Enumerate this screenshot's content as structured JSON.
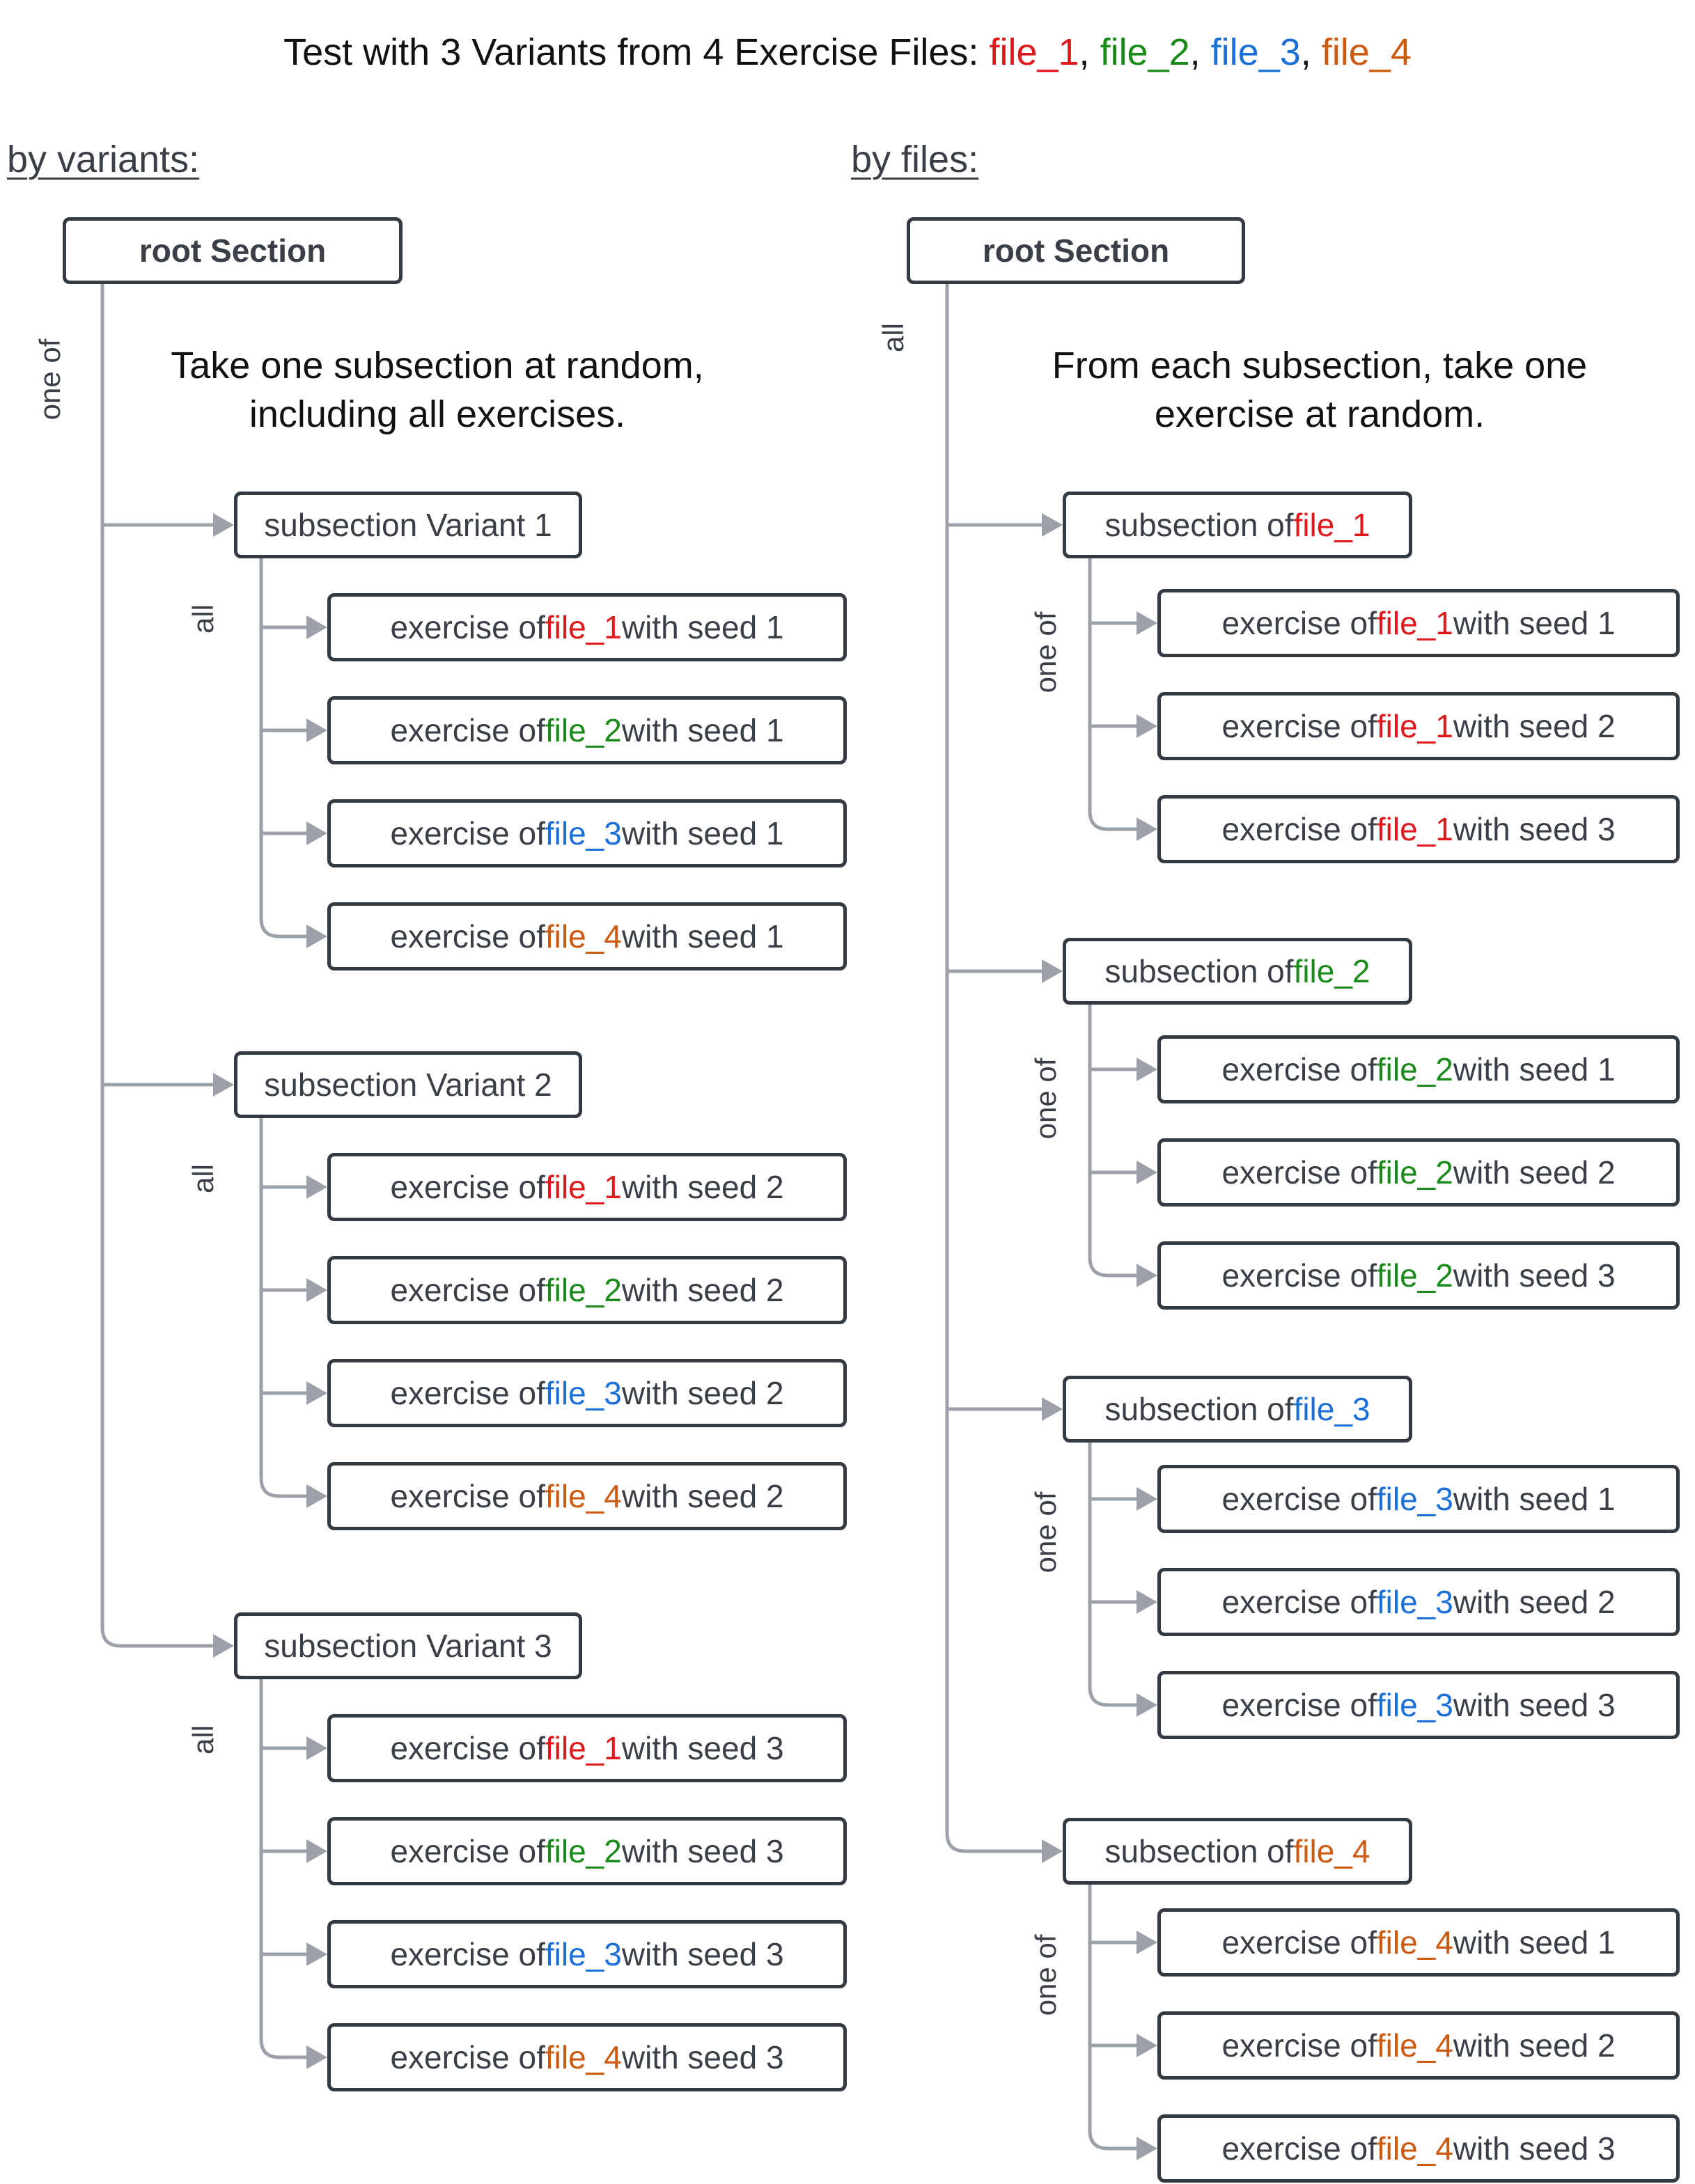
{
  "title": {
    "prefix": "Test with 3 Variants from 4 Exercise Files: ",
    "files": [
      "file_1",
      "file_2",
      "file_3",
      "file_4"
    ],
    "sep": ", "
  },
  "colors": {
    "file_1": "#e0171b",
    "file_2": "#1a8a1a",
    "file_3": "#1b6fd8",
    "file_4": "#cc5a10",
    "connector": "#9ca1a9"
  },
  "left": {
    "heading": "by variants:",
    "root_label": "root Section",
    "root_relation": "one of",
    "description_lines": [
      "Take one subsection at random,",
      "including all exercises."
    ],
    "subsections": [
      {
        "label": "subsection Variant 1",
        "relation": "all",
        "exercises": [
          {
            "pre": "exercise of ",
            "file": "file_1",
            "post": " with seed 1"
          },
          {
            "pre": "exercise of ",
            "file": "file_2",
            "post": " with seed 1"
          },
          {
            "pre": "exercise of ",
            "file": "file_3",
            "post": " with seed 1"
          },
          {
            "pre": "exercise of ",
            "file": "file_4",
            "post": " with seed 1"
          }
        ]
      },
      {
        "label": "subsection Variant 2",
        "relation": "all",
        "exercises": [
          {
            "pre": "exercise of ",
            "file": "file_1",
            "post": " with seed 2"
          },
          {
            "pre": "exercise of ",
            "file": "file_2",
            "post": " with seed 2"
          },
          {
            "pre": "exercise of ",
            "file": "file_3",
            "post": " with seed 2"
          },
          {
            "pre": "exercise of ",
            "file": "file_4",
            "post": " with seed 2"
          }
        ]
      },
      {
        "label": "subsection Variant 3",
        "relation": "all",
        "exercises": [
          {
            "pre": "exercise of ",
            "file": "file_1",
            "post": " with seed 3"
          },
          {
            "pre": "exercise of ",
            "file": "file_2",
            "post": " with seed 3"
          },
          {
            "pre": "exercise of ",
            "file": "file_3",
            "post": " with seed 3"
          },
          {
            "pre": "exercise of ",
            "file": "file_4",
            "post": " with seed 3"
          }
        ]
      }
    ]
  },
  "right": {
    "heading": "by files:",
    "root_label": "root Section",
    "root_relation": "all",
    "description_lines": [
      "From each subsection, take one",
      "exercise at random."
    ],
    "subsections": [
      {
        "label_pre": "subsection of ",
        "file": "file_1",
        "relation": "one of",
        "exercises": [
          {
            "pre": "exercise of ",
            "file": "file_1",
            "post": " with seed 1"
          },
          {
            "pre": "exercise of ",
            "file": "file_1",
            "post": " with seed 2"
          },
          {
            "pre": "exercise of ",
            "file": "file_1",
            "post": " with seed 3"
          }
        ]
      },
      {
        "label_pre": "subsection of ",
        "file": "file_2",
        "relation": "one of",
        "exercises": [
          {
            "pre": "exercise of ",
            "file": "file_2",
            "post": " with seed 1"
          },
          {
            "pre": "exercise of ",
            "file": "file_2",
            "post": " with seed 2"
          },
          {
            "pre": "exercise of ",
            "file": "file_2",
            "post": " with seed 3"
          }
        ]
      },
      {
        "label_pre": "subsection of ",
        "file": "file_3",
        "relation": "one of",
        "exercises": [
          {
            "pre": "exercise of ",
            "file": "file_3",
            "post": " with seed 1"
          },
          {
            "pre": "exercise of ",
            "file": "file_3",
            "post": " with seed 2"
          },
          {
            "pre": "exercise of ",
            "file": "file_3",
            "post": " with seed 3"
          }
        ]
      },
      {
        "label_pre": "subsection of ",
        "file": "file_4",
        "relation": "one of",
        "exercises": [
          {
            "pre": "exercise of ",
            "file": "file_4",
            "post": " with seed 1"
          },
          {
            "pre": "exercise of ",
            "file": "file_4",
            "post": " with seed 2"
          },
          {
            "pre": "exercise of ",
            "file": "file_4",
            "post": " with seed 3"
          }
        ]
      }
    ]
  }
}
